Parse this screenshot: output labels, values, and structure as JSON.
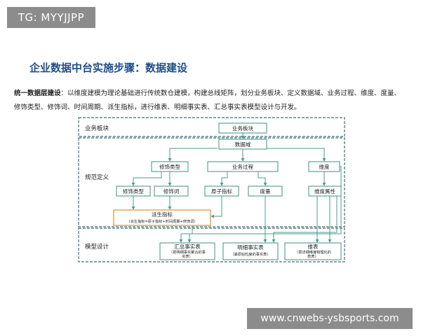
{
  "badge": {
    "text": "TG: MYYJJPP"
  },
  "title": "企业数据中台实施步骤：数据建设",
  "intro": {
    "lead": "统一数据层建设",
    "body": "：以维度建模为理论基础进行传统数仓建模，构建总线矩阵，划分业务板块、定义数据域、业务过程、维度、度量、修饰类型、修饰词、时间周期、派生指标，进行维表、明细事实表、汇总事实表模型设计与开发。"
  },
  "diagram": {
    "sections": {
      "business": "业务板块",
      "spec": "规范定义",
      "model": "模型设计"
    },
    "nodes": {
      "business_unit": "业务板块",
      "data_domain": "数据域",
      "modifier_type_top": "修饰类型",
      "business_process": "业务过程",
      "dimension": "维度",
      "modifier_type": "修饰类型",
      "modifier": "修饰词",
      "atomic_metric": "原子指标",
      "measure": "度量",
      "dim_attr": "维度属性",
      "derived_metric": "派生指标",
      "derived_formula": "（派生指标=原子指标+时间周期+修饰词）",
      "summary_fact": "汇总事实表",
      "summary_fact_desc_1": "（把明细事实聚合的事",
      "summary_fact_desc_2": "实表）",
      "detail_fact": "明细事实表",
      "detail_fact_desc": "（最原始粒度的事实表）",
      "dim_table": "维表",
      "dim_table_desc_1": "（把详细维度物理化的",
      "dim_table_desc_2": "款表）"
    },
    "colors": {
      "box_border": "#4f9a92",
      "line": "#4f9a92",
      "section_border": "#3f6f76",
      "derived_border": "#e8a040"
    }
  },
  "watermark": {
    "text": "www.cnwebs-ysbsports.com"
  }
}
